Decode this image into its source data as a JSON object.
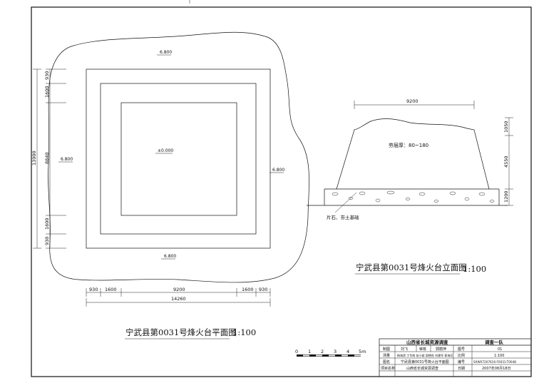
{
  "plan": {
    "title": "宁武县第0031号烽火台平面图",
    "scale": "1:100",
    "levels": {
      "top": "6.800",
      "left": "6.800",
      "right": "6.800",
      "bottom": "6.800",
      "center": "±0.000"
    },
    "dims_bottom": [
      "930",
      "1600",
      "9200",
      "1600",
      "930"
    ],
    "dim_total_bottom": "14260",
    "dims_left": [
      "930",
      "1600",
      "8840",
      "1600",
      "930"
    ],
    "dim_total_left": "13900"
  },
  "elevation": {
    "title": "宁武县第0031号烽火台立面图",
    "scale": "1:100",
    "dim_top": "9200",
    "dims_right": [
      "1050",
      "4550",
      "1200"
    ],
    "label_layer": "夯层厚：80~180",
    "label_base": "片石、夯土基础"
  },
  "scalebar": {
    "ticks": [
      "0",
      "1",
      "2",
      "3",
      "4",
      "5m"
    ]
  },
  "titleblock": {
    "org": "山西省长城资源调查",
    "team": "调查一队",
    "rows": [
      [
        "制图",
        "刘飞",
        "审核",
        "郭丽萍",
        "图号",
        "01"
      ],
      [
        "测量",
        "杨海滨 丁华南 张小斌 邱德良 刘建军 郭海芳",
        "",
        "",
        "比例",
        "1:100"
      ],
      [
        "图名",
        "宁武县第0031号烽火台平面图",
        "",
        "",
        "编号",
        "SXW07207616-F0031-T0048"
      ],
      [
        "项目名称",
        "山西省长城资源调查",
        "",
        "",
        "日期",
        "2007年08月18日"
      ]
    ]
  }
}
